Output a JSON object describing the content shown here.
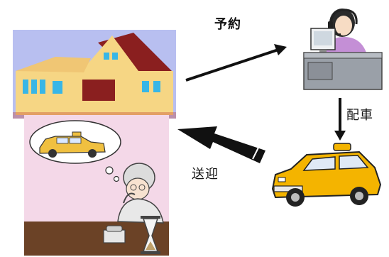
{
  "flow": {
    "reservation_label": "予約",
    "dispatch_label": "配車",
    "pickup_label": "送迎"
  },
  "colors": {
    "house_panel_bg": "#b8bff0",
    "house_wall": "#f6d684",
    "house_roof": "#8a1f1f",
    "window": "#38b6e6",
    "waiting_panel_bg": "#f4d8e8",
    "floor": "#6b4226",
    "operator_desk": "#9aa0a8",
    "operator_shirt": "#c48fd6",
    "taxi_body": "#f4b400"
  },
  "icons": [
    "house-icon",
    "elderly-woman-icon",
    "thought-bubble-icon",
    "hourglass-icon",
    "telephone-icon",
    "operator-icon",
    "headset-icon",
    "computer-icon",
    "taxi-icon"
  ]
}
